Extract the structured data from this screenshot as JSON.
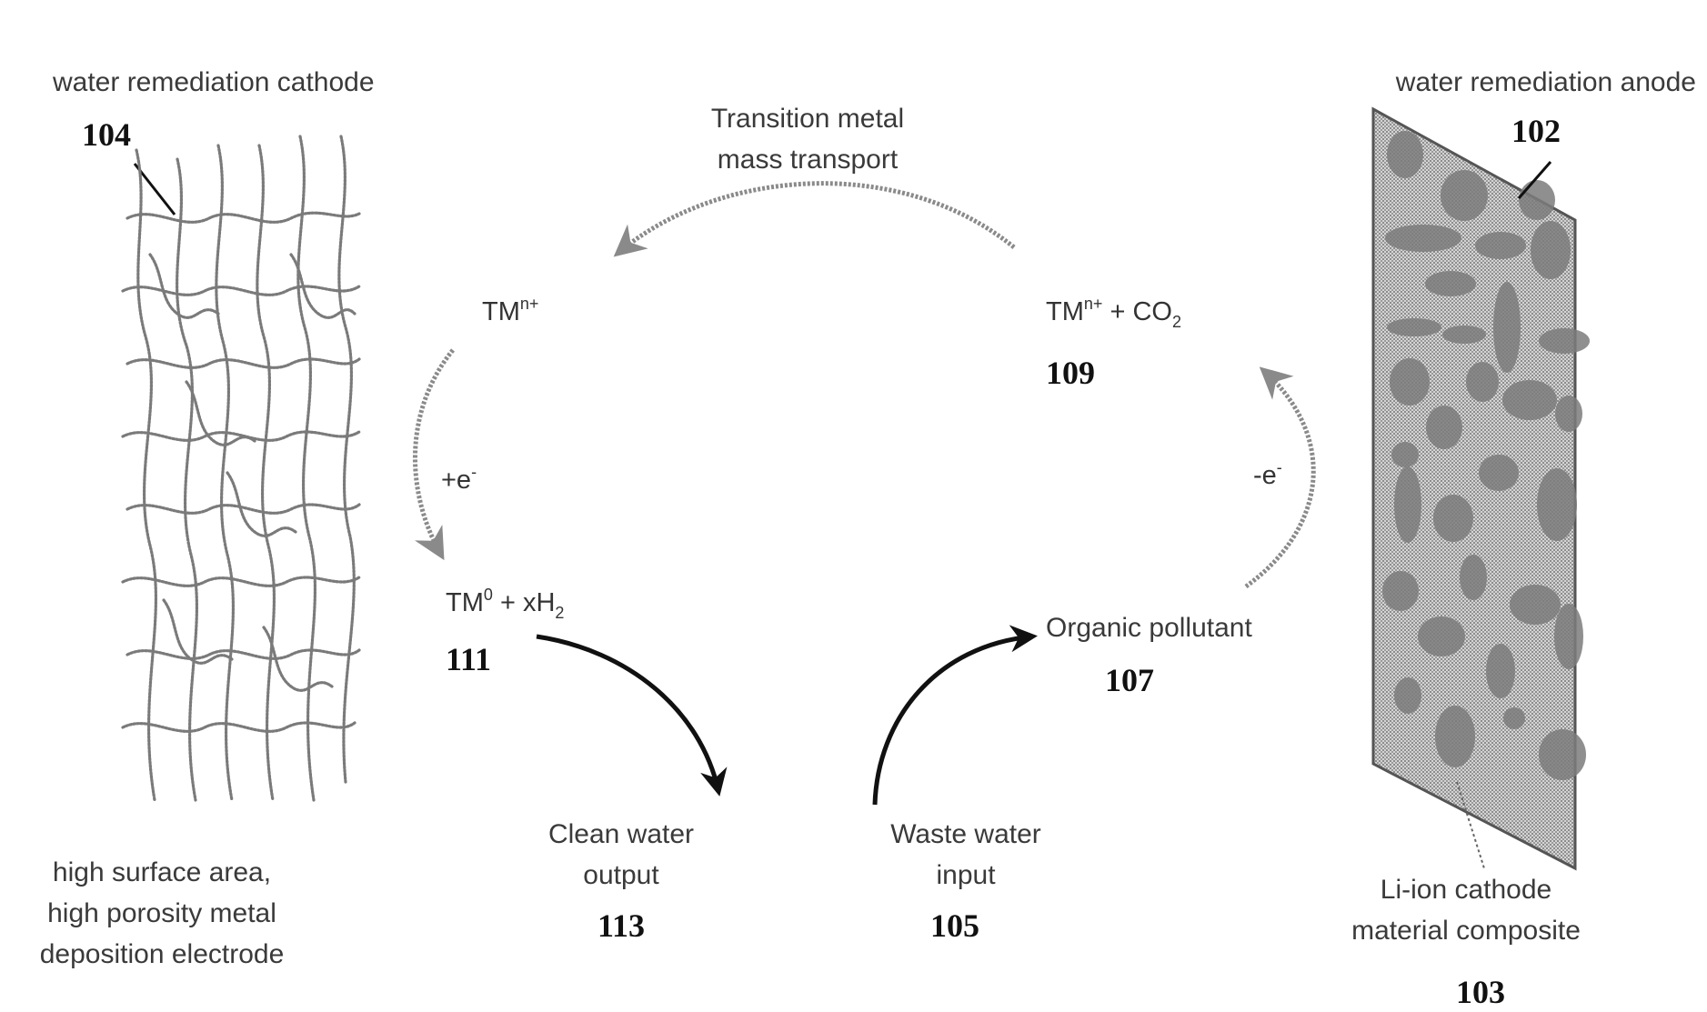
{
  "cathode": {
    "title": "water remediation cathode",
    "number": "104",
    "description": [
      "high surface area,",
      "high porosity metal",
      "deposition electrode"
    ]
  },
  "anode": {
    "title": "water remediation anode",
    "number": "102",
    "composite_label": [
      "Li-ion cathode",
      "material composite"
    ],
    "composite_number": "103"
  },
  "transport": {
    "label": [
      "Transition metal",
      "mass transport"
    ]
  },
  "species": {
    "tm_ion_left": {
      "base": "TM",
      "sup": "n+"
    },
    "tm_ion_co2": {
      "base": "TM",
      "sup": "n+",
      "plus": " + CO",
      "sub": "2",
      "number": "109"
    },
    "tm0_h2": {
      "base": "TM",
      "sup": "0",
      "plus": " + xH",
      "sub": "2",
      "number": "111"
    },
    "organic": {
      "label": "Organic pollutant",
      "number": "107"
    }
  },
  "electrons": {
    "gain": {
      "text": "+e",
      "sup": "-"
    },
    "loss": {
      "text": "-e",
      "sup": "-"
    }
  },
  "outputs": {
    "clean": {
      "label": [
        "Clean water",
        "output"
      ],
      "number": "113"
    },
    "waste": {
      "label": [
        "Waste water",
        "input"
      ],
      "number": "105"
    }
  }
}
